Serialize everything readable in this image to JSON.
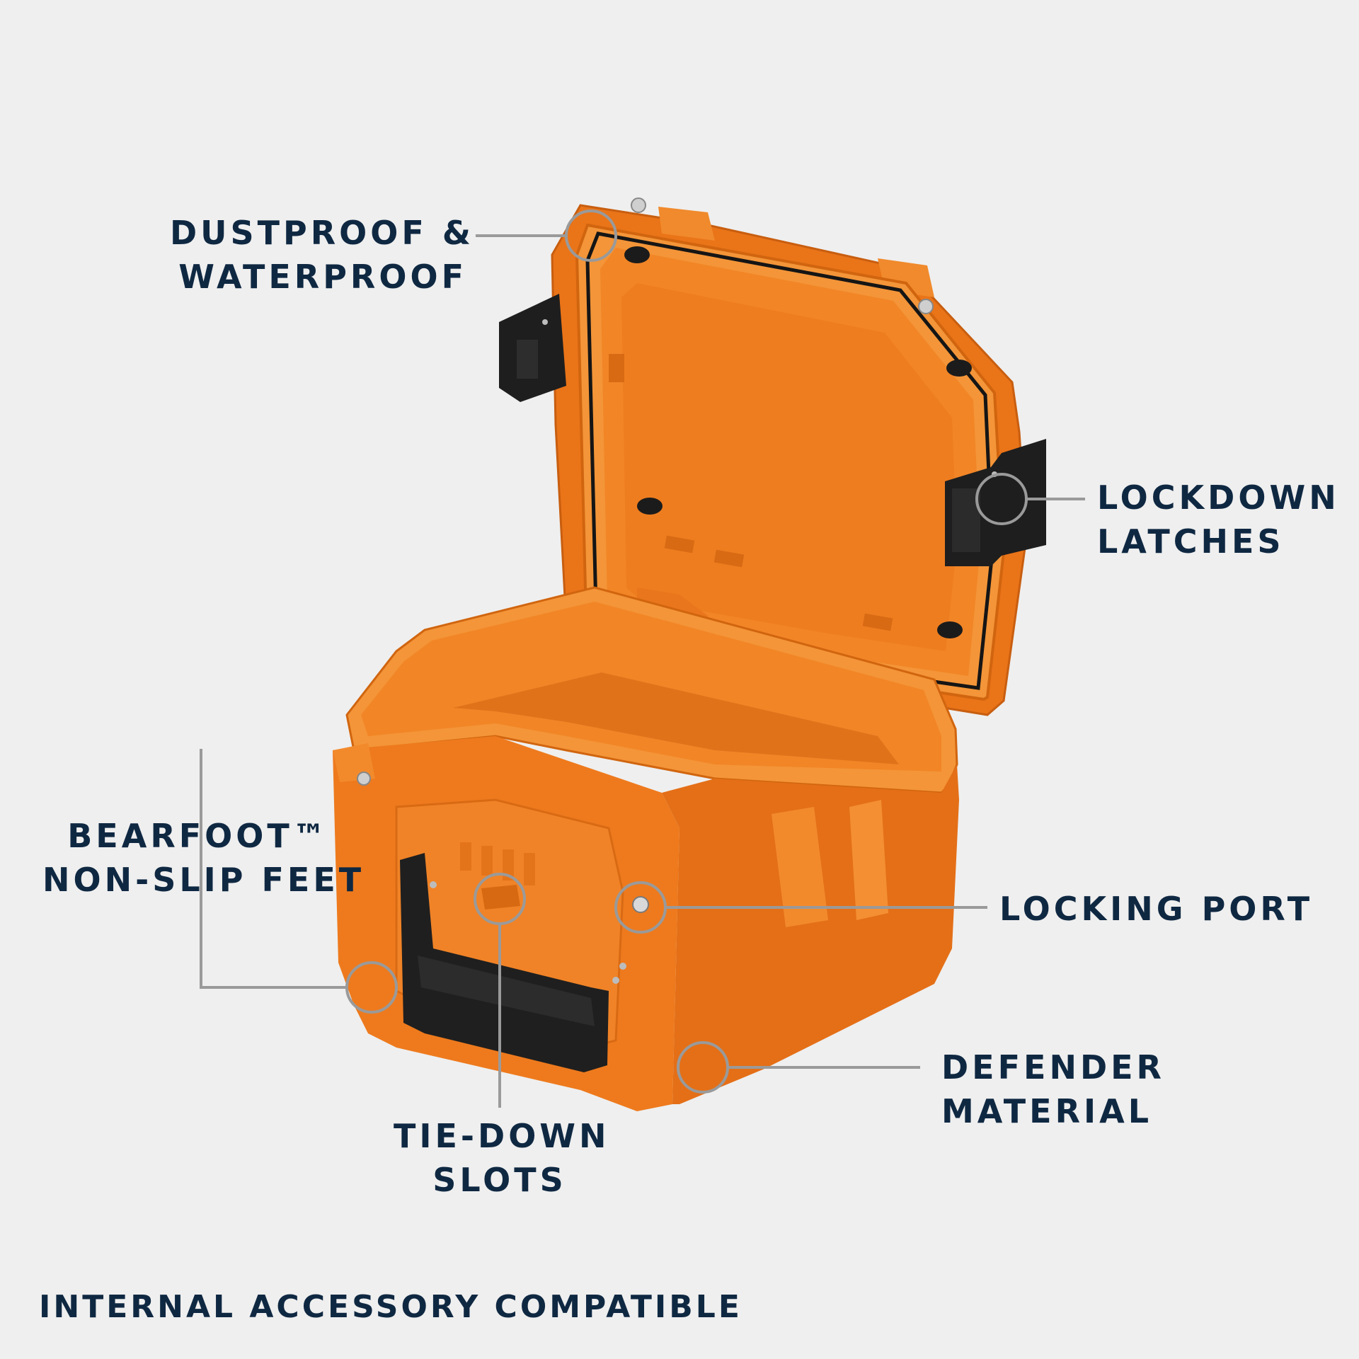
{
  "colors": {
    "background": "#efefef",
    "case_orange": "#f07c1c",
    "label_navy": "#0f2842",
    "callout_gray": "#9a9a9a"
  },
  "callouts": {
    "dustproof": {
      "line1": "DUSTPROOF &",
      "line2": "WATERPROOF"
    },
    "lockdown": {
      "line1": "LOCKDOWN",
      "line2": "LATCHES"
    },
    "bearfoot": {
      "line1": "BEARFOOT™",
      "line2": "NON-SLIP FEET"
    },
    "locking_port": {
      "line1": "LOCKING PORT"
    },
    "defender": {
      "line1": "DEFENDER",
      "line2": "MATERIAL"
    },
    "tiedown": {
      "line1": "TIE-DOWN",
      "line2": "SLOTS"
    }
  },
  "footer": {
    "text": "INTERNAL ACCESSORY COMPATIBLE"
  }
}
